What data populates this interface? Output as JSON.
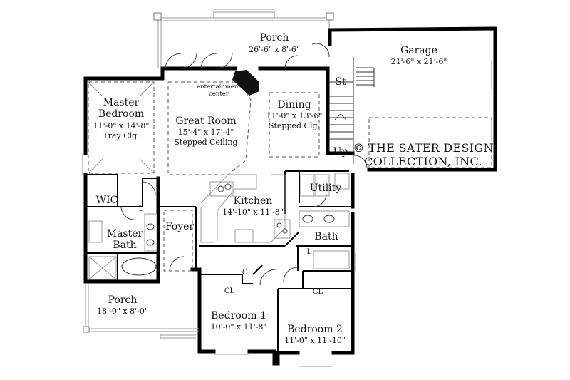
{
  "rooms": {
    "porch_top": {
      "name": "Porch",
      "dim": "26'-6\" x 8'-6\""
    },
    "garage": {
      "name": "Garage",
      "dim": "21'-6\" x 21'-6\""
    },
    "master_bedroom": {
      "name1": "Master",
      "name2": "Bedroom",
      "dim": "11'-0\" x 14'-8\"",
      "note": "Tray Clg."
    },
    "great_room": {
      "name": "Great Room",
      "dim": "15'-4\" x 17'-4\"",
      "note": "Stepped Ceiling"
    },
    "entertainment": {
      "line1": "entertainment",
      "line2": "center"
    },
    "dining": {
      "name": "Dining",
      "dim": "11'-0\" x 13'-6\"",
      "note": "Stepped Clg."
    },
    "stair_st": "St",
    "stair_up": "Up",
    "wic": "WIC",
    "kitchen": {
      "name": "Kitchen",
      "dim": "14'-10\" x 11'-8\""
    },
    "utility": "Utility",
    "foyer": "Foyer",
    "master_bath": {
      "name1": "Master",
      "name2": "Bath"
    },
    "bath": "Bath",
    "porch_bottom": {
      "name": "Porch",
      "dim": "18'-0\" x 8'-0\""
    },
    "bedroom1": {
      "name": "Bedroom 1",
      "dim": "10'-0\" x 11'-8\""
    },
    "bedroom2": {
      "name": "Bedroom 2",
      "dim": "11'-0\" x 11'-10\""
    },
    "closet_cl": "CL",
    "linen_l": "L"
  },
  "brand": {
    "line1": "© THE SATER DESIGN",
    "line2": "COLLECTION, INC."
  }
}
